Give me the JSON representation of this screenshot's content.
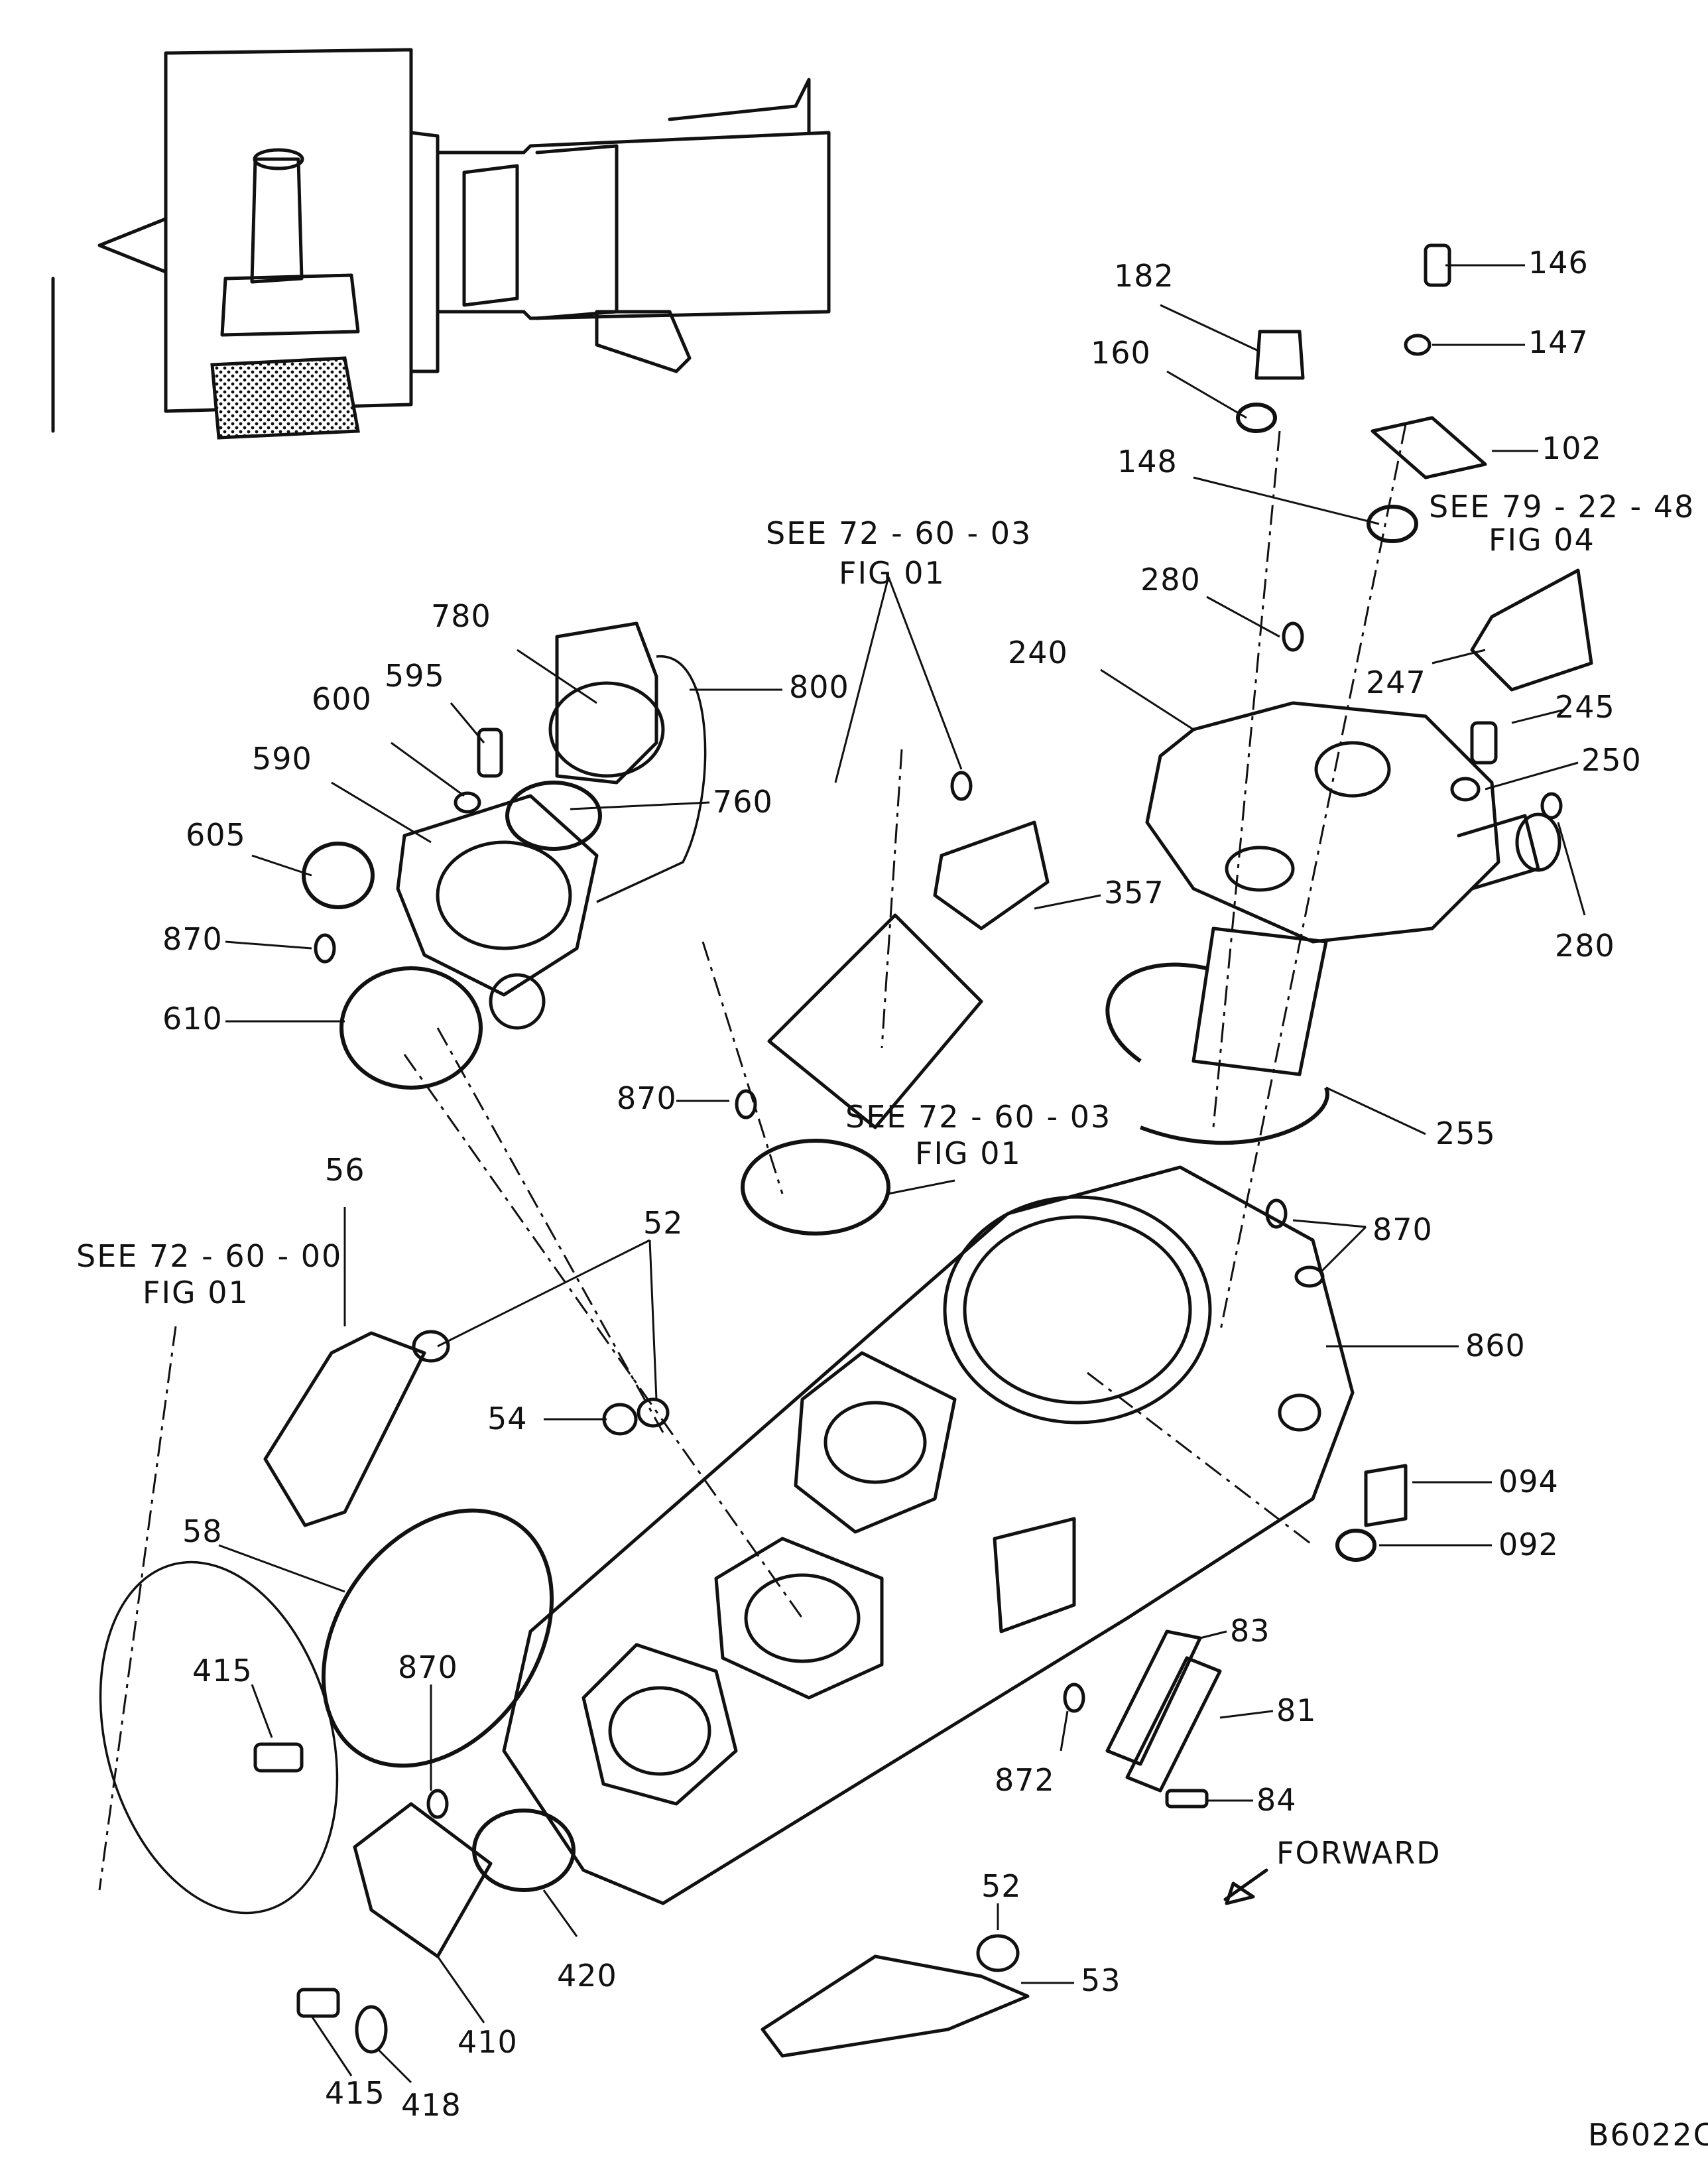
{
  "drawing_id": "B6022C",
  "direction_label": "FORWARD",
  "references": [
    {
      "id": "ref-79-22-48",
      "line1": "SEE 79 - 22 - 48",
      "line2": "FIG 04"
    },
    {
      "id": "ref-72-60-03-a",
      "line1": "SEE 72 - 60 - 03",
      "line2": "FIG 01"
    },
    {
      "id": "ref-72-60-03-b",
      "line1": "SEE 72 - 60 - 03",
      "line2": "FIG 01"
    },
    {
      "id": "ref-72-60-00",
      "line1": "SEE 72 - 60 - 00",
      "line2": "FIG 01"
    }
  ],
  "callouts": [
    "146",
    "182",
    "147",
    "160",
    "102",
    "148",
    "280",
    "240",
    "247",
    "245",
    "250",
    "280",
    "255",
    "357",
    "780",
    "800",
    "595",
    "600",
    "590",
    "760",
    "605",
    "870",
    "610",
    "870",
    "870",
    "56",
    "52",
    "54",
    "860",
    "094",
    "092",
    "58",
    "83",
    "81",
    "415",
    "870",
    "872",
    "84",
    "52",
    "420",
    "53",
    "410",
    "415",
    "418"
  ]
}
